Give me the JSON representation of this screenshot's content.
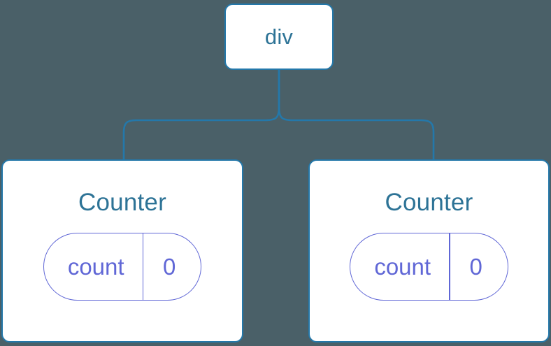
{
  "diagram": {
    "type": "component-tree",
    "background_color": "#4a6068",
    "edge_color": "#2478aa",
    "node_border_color": "#2478aa",
    "node_fill_color": "#ffffff",
    "title_color": "#2d7396",
    "state_color": "#6067d6",
    "root": {
      "label": "div"
    },
    "children": [
      {
        "title": "Counter",
        "state": {
          "key": "count",
          "value": "0"
        }
      },
      {
        "title": "Counter",
        "state": {
          "key": "count",
          "value": "0"
        }
      }
    ]
  }
}
